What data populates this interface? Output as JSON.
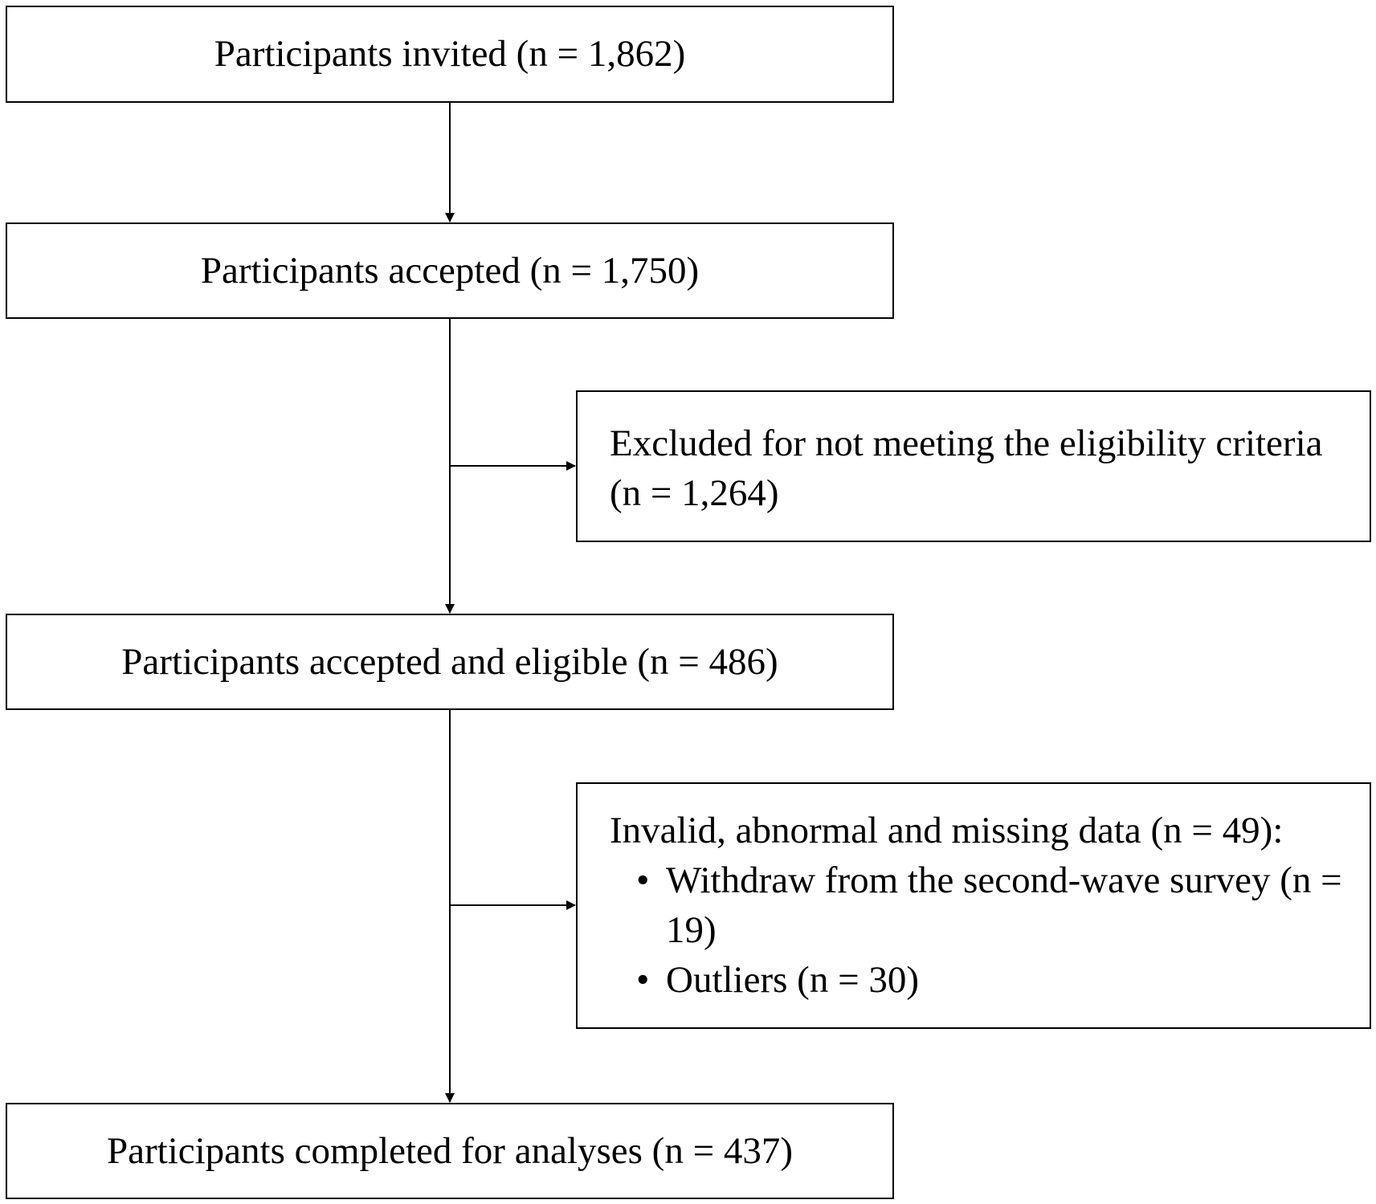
{
  "flowchart": {
    "invited": "Participants invited (n = 1,862)",
    "accepted": "Participants accepted (n = 1,750)",
    "excluded": "Excluded for not meeting the eligibility criteria (n = 1,264)",
    "eligible": "Participants accepted and eligible (n = 486)",
    "invalid": {
      "heading": "Invalid, abnormal and missing data (n = 49):",
      "items": [
        "Withdraw from the second-wave survey (n = 19)",
        "Outliers (n = 30)"
      ],
      "bullet": "•"
    },
    "completed": "Participants completed for analyses (n = 437)"
  }
}
